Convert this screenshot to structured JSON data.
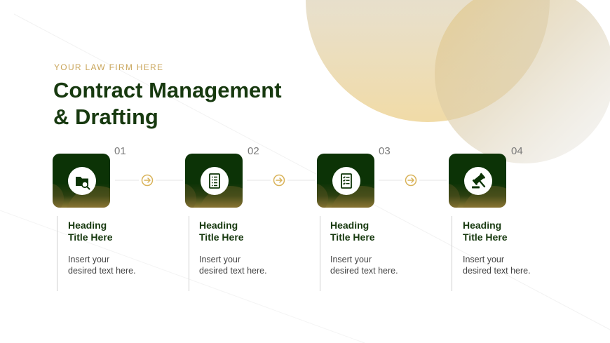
{
  "eyebrow": "YOUR LAW FIRM HERE",
  "title": {
    "line1": "Contract Management",
    "line2": "& Drafting"
  },
  "colors": {
    "accent": "#c9a55a",
    "dark_green": "#0c3306",
    "title_green": "#17390f"
  },
  "steps": [
    {
      "number": "01",
      "heading": "Heading\nTitle Here",
      "text": "Insert your\ndesired text here.",
      "icon": "folder-search-icon"
    },
    {
      "number": "02",
      "heading": "Heading\nTitle Here",
      "text": "Insert your\ndesired text here.",
      "icon": "document-list-icon"
    },
    {
      "number": "03",
      "heading": "Heading\nTitle Here",
      "text": "Insert your\ndesired text here.",
      "icon": "checklist-document-icon"
    },
    {
      "number": "04",
      "heading": "Heading\nTitle Here",
      "text": "Insert your\ndesired text here.",
      "icon": "gavel-icon"
    }
  ]
}
